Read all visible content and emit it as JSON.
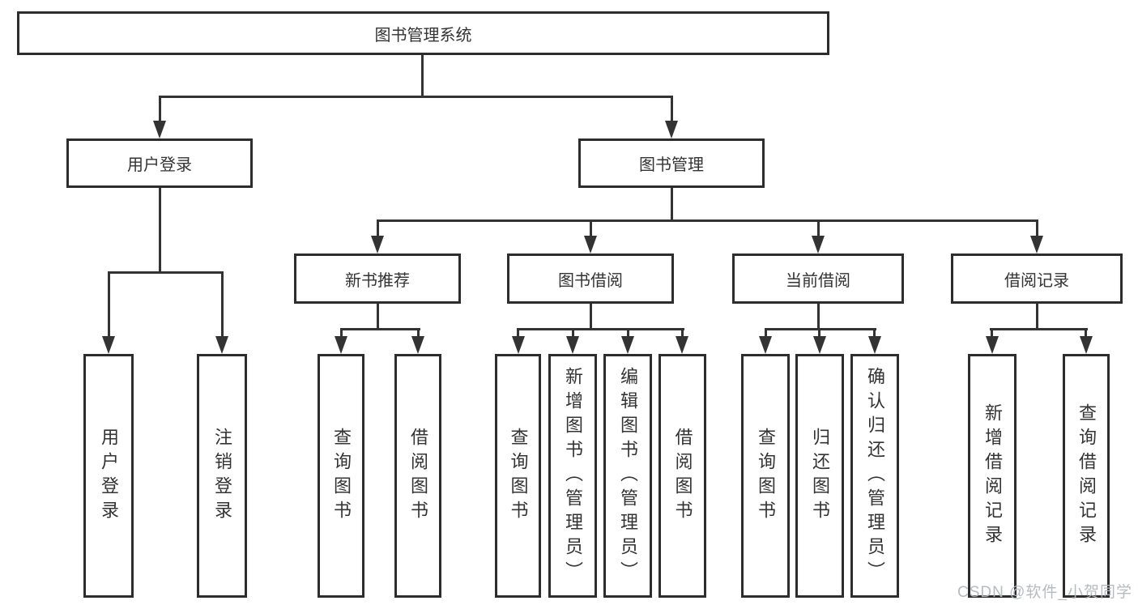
{
  "diagram": {
    "title": "图书管理系统",
    "branches": {
      "user_login": {
        "label": "用户登录",
        "children": [
          "用户登录",
          "注销登录"
        ]
      },
      "book_management": {
        "label": "图书管理",
        "sections": {
          "new_books": {
            "label": "新书推荐",
            "children": [
              "查询图书",
              "借阅图书"
            ]
          },
          "borrow": {
            "label": "图书借阅",
            "children": [
              "查询图书",
              "新增图书（管理员）",
              "编辑图书（管理员）",
              "借阅图书"
            ]
          },
          "current": {
            "label": "当前借阅",
            "children": [
              "查询图书",
              "归还图书",
              "确认归还（管理员）"
            ]
          },
          "records": {
            "label": "借阅记录",
            "children": [
              "新增借阅记录",
              "查询借阅记录"
            ]
          }
        }
      }
    }
  },
  "watermark": "CSDN @软件_小贺同学",
  "colors": {
    "line": "#333333",
    "text": "#333333",
    "watermark": "#b2b7bc",
    "background": "#ffffff"
  }
}
